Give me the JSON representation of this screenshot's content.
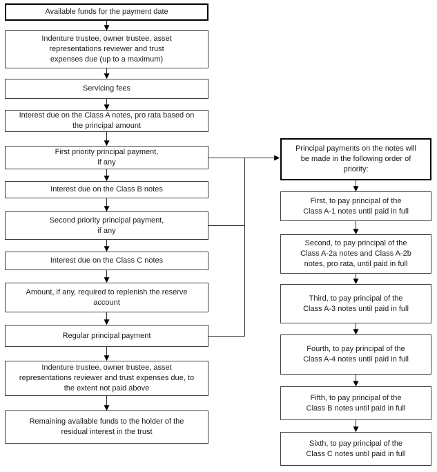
{
  "diagram": {
    "type": "flowchart",
    "colors": {
      "background": "#ffffff",
      "box_border": "#3d3d3d",
      "emphasis_border": "#000000",
      "text": "#1c1c1c",
      "connector": "#2b2b2b",
      "arrowhead": "#000000"
    },
    "left_column": {
      "boxes": [
        {
          "id": "available-funds",
          "emphasis": true,
          "text": "Available funds for the payment date"
        },
        {
          "id": "trustee-expenses-max",
          "emphasis": false,
          "text": "Indenture trustee, owner trustee, asset\nrepresentations reviewer and trust\nexpenses due (up to a maximum)"
        },
        {
          "id": "servicing-fees",
          "emphasis": false,
          "text": "Servicing fees"
        },
        {
          "id": "class-a-interest",
          "emphasis": false,
          "text": "Interest due on the Class A notes, pro rata based on\nthe principal amount"
        },
        {
          "id": "first-priority-principal",
          "emphasis": false,
          "text": "First priority principal payment,\nif any"
        },
        {
          "id": "class-b-interest",
          "emphasis": false,
          "text": "Interest due on the Class B notes"
        },
        {
          "id": "second-priority-principal",
          "emphasis": false,
          "text": "Second priority principal payment,\nif any"
        },
        {
          "id": "class-c-interest",
          "emphasis": false,
          "text": "Interest due on the Class C notes"
        },
        {
          "id": "reserve-replenish",
          "emphasis": false,
          "text": "Amount, if any, required to replenish the reserve\naccount"
        },
        {
          "id": "regular-principal",
          "emphasis": false,
          "text": "Regular principal payment"
        },
        {
          "id": "trustee-expenses-remainder",
          "emphasis": false,
          "text": "Indenture trustee, owner trustee, asset\nrepresentations reviewer and trust expenses due, to\nthe extent not paid above"
        },
        {
          "id": "residual-interest",
          "emphasis": false,
          "text": "Remaining available funds to the holder of the\nresidual interest in the trust"
        }
      ]
    },
    "right_column": {
      "boxes": [
        {
          "id": "principal-priority-header",
          "emphasis": true,
          "text": "Principal payments on the notes will\nbe made in the following order of\npriority:"
        },
        {
          "id": "first-class-a1",
          "emphasis": false,
          "text": "First, to pay principal of the\nClass A-1 notes until paid in full"
        },
        {
          "id": "second-class-a2",
          "emphasis": false,
          "text": "Second, to pay principal of the\nClass A-2a notes and Class A-2b\nnotes, pro rata, until paid in full"
        },
        {
          "id": "third-class-a3",
          "emphasis": false,
          "text": "Third, to pay principal of the\nClass A-3 notes until paid in full"
        },
        {
          "id": "fourth-class-a4",
          "emphasis": false,
          "text": "Fourth, to pay principal of the\nClass A-4 notes until paid in full"
        },
        {
          "id": "fifth-class-b",
          "emphasis": false,
          "text": "Fifth, to pay principal of the\nClass B notes until paid in full"
        },
        {
          "id": "sixth-class-c",
          "emphasis": false,
          "text": "Sixth, to pay principal of the\nClass C notes until paid in full"
        }
      ]
    }
  }
}
